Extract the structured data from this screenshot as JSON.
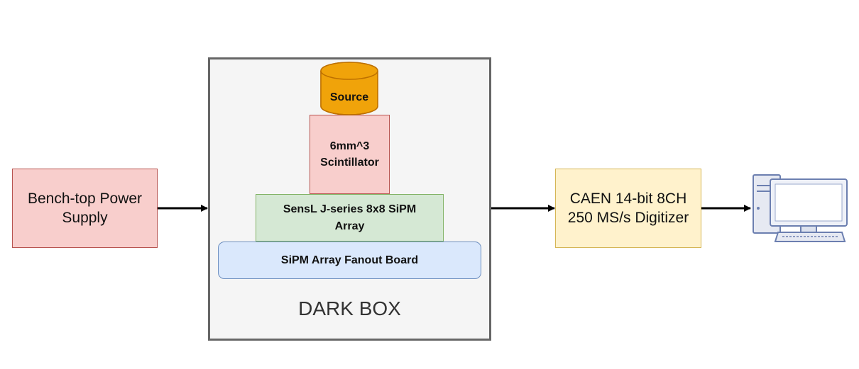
{
  "power_supply": {
    "label_line1": "Bench-top Power",
    "label_line2": "Supply"
  },
  "dark_box": {
    "label": "DARK BOX"
  },
  "source": {
    "label": "Source"
  },
  "scintillator": {
    "label_line1": "6mm^3",
    "label_line2": "Scintillator"
  },
  "sipm_array": {
    "label_line1": "SensL J-series 8x8 SiPM",
    "label_line2": "Array"
  },
  "fanout_board": {
    "label": "SiPM Array Fanout Board"
  },
  "digitizer": {
    "label_line1": "CAEN 14-bit 8CH",
    "label_line2": "250 MS/s Digitizer"
  },
  "colors": {
    "red_fill": "#f8cecc",
    "red_stroke": "#b85450",
    "green_fill": "#d5e8d4",
    "green_stroke": "#82b366",
    "blue_fill": "#dae8fc",
    "blue_stroke": "#6c8ebf",
    "yellow_fill": "#fff2cc",
    "yellow_stroke": "#d6b656",
    "orange_fill": "#f0a30a",
    "orange_stroke": "#bd7000",
    "dark_box_fill": "#f5f5f5",
    "dark_box_stroke": "#666666"
  },
  "icons": {
    "computer": "computer-icon"
  }
}
